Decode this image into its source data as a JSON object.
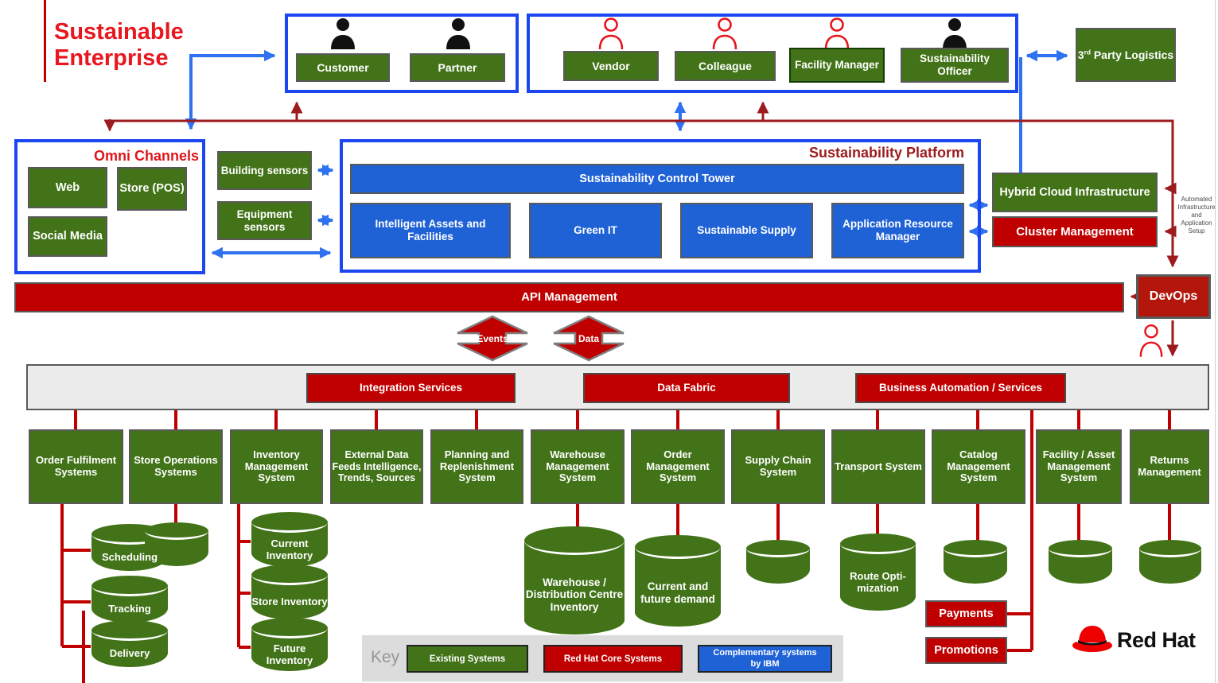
{
  "page": {
    "title": "Sustainable Enterprise"
  },
  "actors": {
    "group1": [
      {
        "label": "Customer"
      },
      {
        "label": "Partner"
      }
    ],
    "group2": [
      {
        "label": "Vendor"
      },
      {
        "label": "Colleague"
      },
      {
        "label": "Facility Manager"
      },
      {
        "label": "Sustainability Officer"
      }
    ]
  },
  "third_party": {
    "num": "3",
    "ord": "rd",
    "rest": " Party Logistics"
  },
  "omni": {
    "title": "Omni Channels",
    "items": [
      {
        "label": "Web"
      },
      {
        "label": "Store (POS)"
      },
      {
        "label": "Social Media"
      }
    ]
  },
  "sensors": [
    {
      "label": "Building sensors"
    },
    {
      "label": "Equipment sensors"
    }
  ],
  "platform": {
    "title": "Sustainability Platform",
    "control_tower": "Sustainability Control Tower",
    "modules": [
      {
        "label": "Intelligent Assets and Facilities"
      },
      {
        "label": "Green IT"
      },
      {
        "label": "Sustainable Supply"
      },
      {
        "label": "Application Resource Manager"
      }
    ]
  },
  "infra": {
    "hybrid": "Hybrid Cloud Infrastructure",
    "cluster": "Cluster Management",
    "note": "Automated Infrastructure and Application Setup"
  },
  "api": {
    "label": "API Management"
  },
  "devops": {
    "label": "DevOps"
  },
  "flows": [
    {
      "label": "Events"
    },
    {
      "label": "Data"
    }
  ],
  "services": [
    {
      "label": "Integration Services"
    },
    {
      "label": "Data Fabric"
    },
    {
      "label": "Business Automation / Services"
    }
  ],
  "systems": [
    {
      "label": "Order Fulfilment Systems"
    },
    {
      "label": "Store Operations Systems"
    },
    {
      "label": "Inventory Management System"
    },
    {
      "label": "External Data Feeds Intelligence, Trends, Sources"
    },
    {
      "label": "Planning and Replenishment System"
    },
    {
      "label": "Warehouse Management System"
    },
    {
      "label": "Order Management System"
    },
    {
      "label": "Supply Chain System"
    },
    {
      "label": "Transport System"
    },
    {
      "label": "Catalog Management System"
    },
    {
      "label": "Facility / Asset Management System"
    },
    {
      "label": "Returns Management"
    }
  ],
  "datastores": {
    "scheduling": "Scheduling",
    "tracking": "Tracking",
    "delivery": "Delivery",
    "current_inventory": "Current Inventory",
    "store_inventory": "Store Inventory",
    "future_inventory": "Future Inventory",
    "warehouse_dc": "Warehouse / Distribution Centre Inventory",
    "demand": "Current and future demand",
    "route": "Route Opti-mization"
  },
  "commerce": {
    "payments": "Payments",
    "promotions": "Promotions"
  },
  "key": {
    "label": "Key",
    "existing": "Existing Systems",
    "core": "Red Hat Core Systems",
    "complementary": "Complementary systems by IBM"
  },
  "brand": {
    "name": "Red Hat"
  },
  "colors": {
    "green": "#427318",
    "red": "#C00000",
    "dark_red": "#9C1B1E",
    "ibm_blue": "#1F62D6",
    "frame_blue": "#1B46F0",
    "arrow_blue": "#2E72F0",
    "border_gray": "#595959"
  }
}
